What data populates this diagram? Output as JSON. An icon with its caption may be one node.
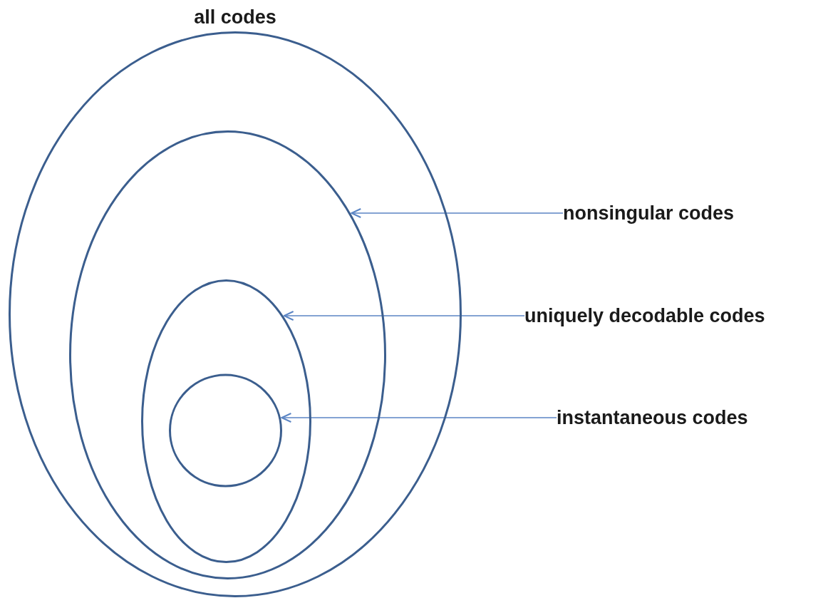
{
  "diagram": {
    "nodes": [
      {
        "text": [
          "all codes"
        ]
      },
      {
        "text": [],
        "shape": "ellipse",
        "in": 0
      },
      {
        "text": [],
        "shape": "ellipse",
        "in": 1
      },
      {
        "text": [],
        "shape": "circle",
        "in": 2
      },
      {
        "text": [
          "nonsingular codes"
        ]
      },
      {
        "text": [
          "uniquely decodable codes"
        ]
      },
      {
        "text": [
          "instantaneous codes"
        ]
      }
    ],
    "edges": [
      {
        "from": 4,
        "to": 1,
        "arrow": "to"
      },
      {
        "from": 5,
        "to": 2,
        "arrow": "to"
      },
      {
        "from": 6,
        "to": 3,
        "arrow": "to"
      }
    ]
  }
}
